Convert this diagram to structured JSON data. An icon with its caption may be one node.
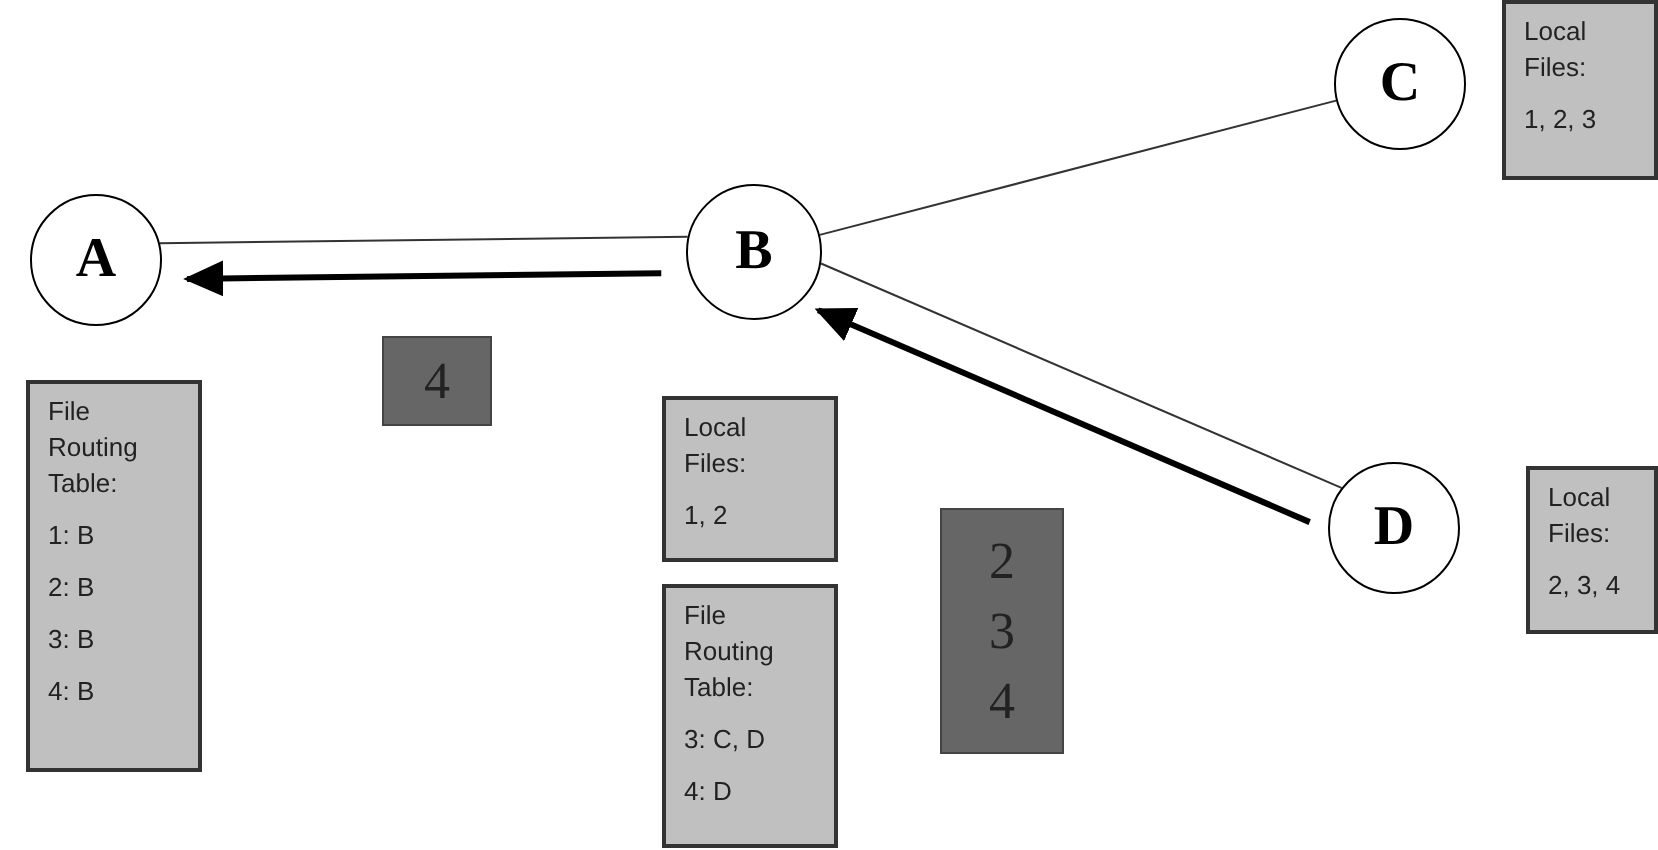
{
  "diagram": {
    "nodes": [
      {
        "text": [
          "A"
        ]
      },
      {
        "text": [
          "B"
        ]
      },
      {
        "text": [
          "C"
        ]
      },
      {
        "text": [
          "D"
        ]
      },
      {
        "text": [
          "File Routing Table:",
          "1: B",
          "2: B",
          "3: B",
          "4: B"
        ]
      },
      {
        "text": [
          "Local Files:",
          "1, 2"
        ]
      },
      {
        "text": [
          "File Routing Table:",
          "3: C, D",
          "4: D"
        ]
      },
      {
        "text": [
          "Local Files:",
          "1, 2, 3"
        ]
      },
      {
        "text": [
          "Local Files:",
          "2, 3, 4"
        ]
      },
      {
        "text": [
          "4"
        ]
      },
      {
        "text": [
          "2 3 4"
        ]
      }
    ],
    "edges": [
      {
        "from": 0,
        "to": 1,
        "arrow": "none"
      },
      {
        "from": 1,
        "to": 0,
        "arrow": "to",
        "style": "thick"
      },
      {
        "from": 1,
        "to": 2,
        "arrow": "none"
      },
      {
        "from": 1,
        "to": 3,
        "arrow": "none"
      },
      {
        "from": 3,
        "to": 1,
        "arrow": "to",
        "style": "thick"
      }
    ]
  }
}
